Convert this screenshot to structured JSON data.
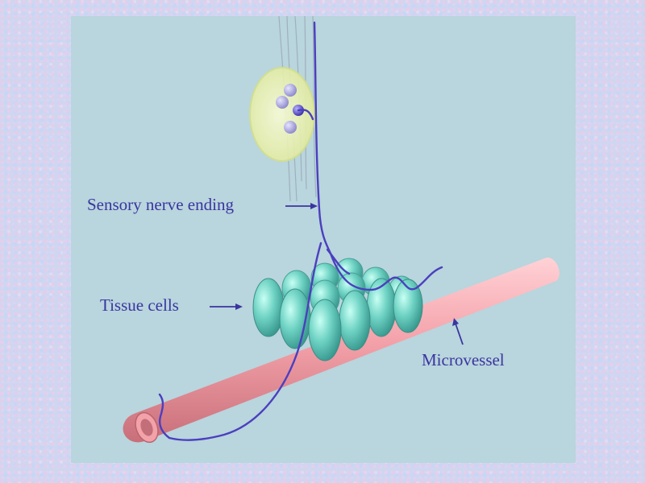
{
  "labels": {
    "sensory_nerve_ending": "Sensory nerve ending",
    "tissue_cells": "Tissue cells",
    "microvessel": "Microvessel"
  },
  "colors": {
    "panel": "#b9d5dd",
    "label_text": "#3a35a0",
    "nerve": "#4b3fbf",
    "microvessel": "#f2a0a8",
    "tissue_cell": "#6fd3c4",
    "ganglion": "#eef2a8"
  }
}
